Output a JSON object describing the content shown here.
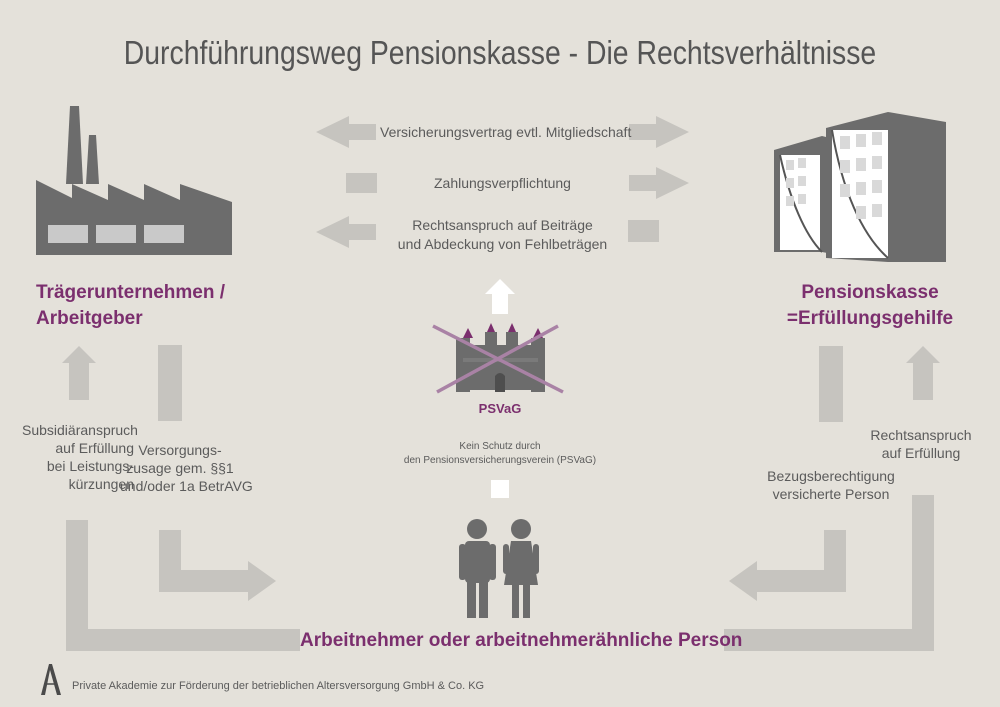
{
  "title": "Durchführungsweg Pensionskasse - Die Rechtsverhältnisse",
  "relations": {
    "contract": "Versicherungsvertrag evtl. Mitgliedschaft",
    "payment": "Zahlungsverpflichtung",
    "claim_line1": "Rechtsanspruch auf Beiträge",
    "claim_line2": "und Abdeckung von Fehlbeträgen"
  },
  "employer": {
    "line1": "Trägerunternehmen /",
    "line2": "Arbeitgeber"
  },
  "pension_fund": {
    "line1": "Pensionskasse",
    "line2": "=Erfüllungsgehilfe"
  },
  "left_claim": [
    "Subsidiäranspruch",
    "auf Erfüllung",
    "bei Leistungs-",
    "kürzungen"
  ],
  "left_commitment": [
    "Versorgungs-",
    "zusage gem. §§1",
    "und/oder 1a BetrAVG"
  ],
  "right_claim": [
    "Rechtsanspruch",
    "auf Erfüllung"
  ],
  "right_beneficiary": [
    "Bezugsberechtigung",
    "versicherte Person"
  ],
  "psvag": {
    "label": "PSVaG",
    "note_line1": "Kein Schutz durch",
    "note_line2": "den Pensionsversicherungsverein (PSVaG)"
  },
  "employee": "Arbeitnehmer oder arbeitnehmerähnliche Person",
  "footer": "Private Akademie zur Förderung der betrieblichen Altersversorgung GmbH & Co. KG",
  "logo_letter": "A",
  "colors": {
    "background": "#e4e1da",
    "accent": "#7b2f6e",
    "arrow": "#c6c4bf",
    "icon": "#6c6c6c",
    "text": "#5a5a5a"
  },
  "icons": [
    "factory-icon",
    "office-building-icon",
    "castle-icon",
    "people-icon",
    "academy-logo-icon"
  ]
}
